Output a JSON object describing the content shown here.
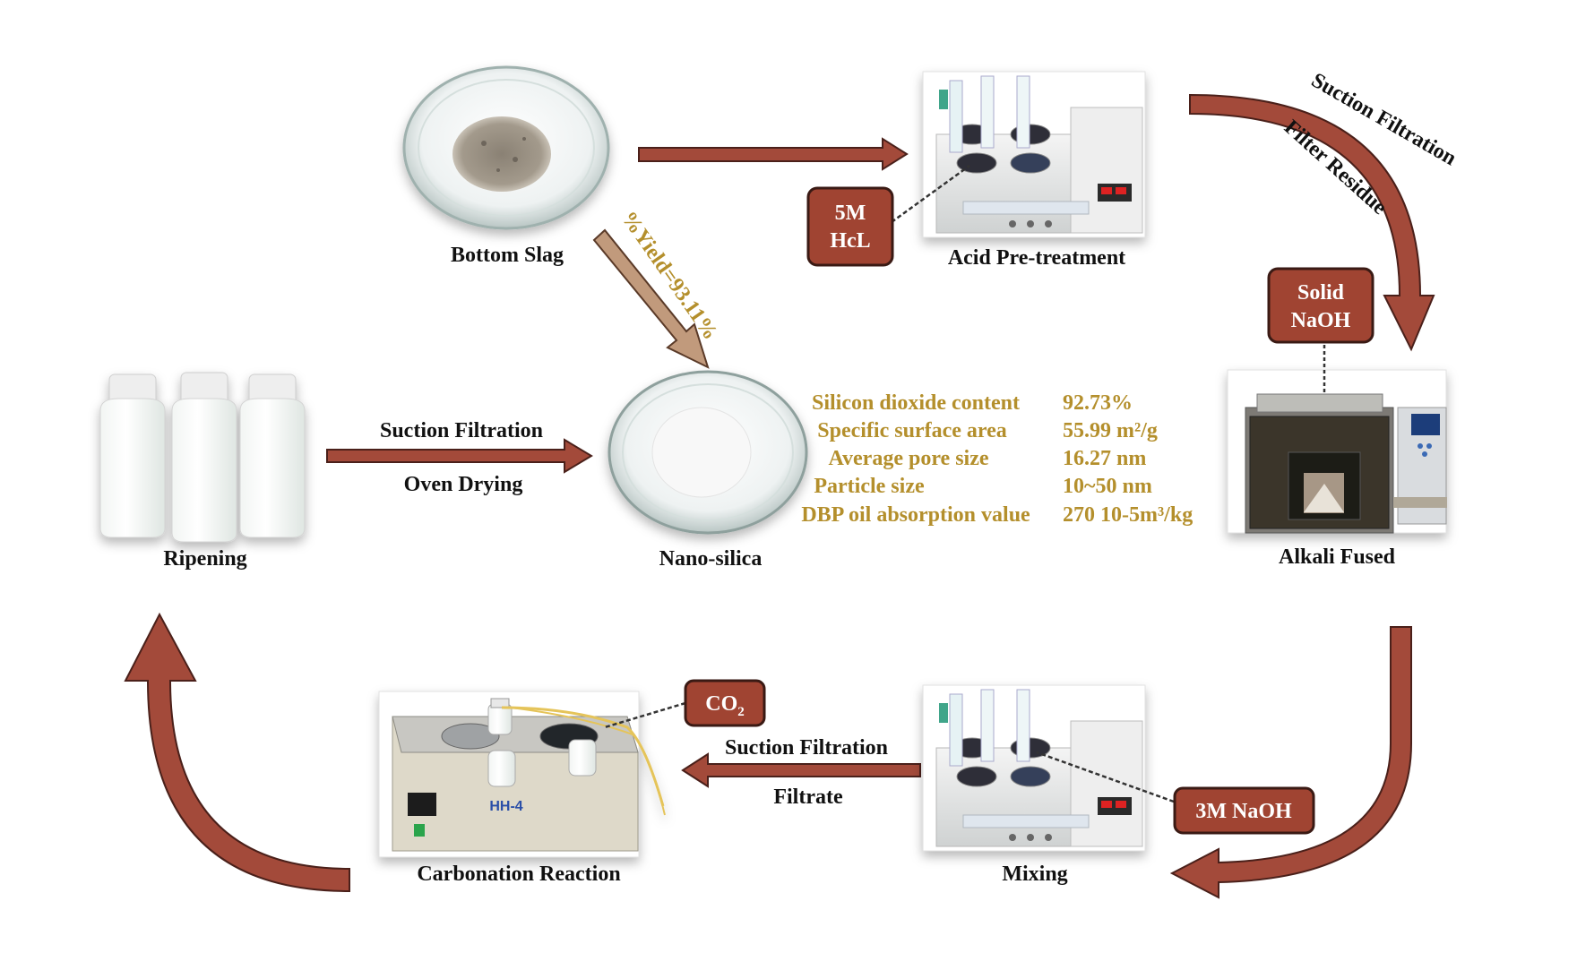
{
  "colors": {
    "arrow": "#a34a3a",
    "arrow_edge": "#4a201a",
    "box": "#a04432",
    "box_edge": "#3a1a14",
    "gold_text": "#b48f2c",
    "yield_arrow": "#c19a7c"
  },
  "stages": {
    "bottom_slag": "Bottom Slag",
    "acid_pretreatment": "Acid Pre-treatment",
    "alkali_fused": "Alkali Fused",
    "mixing": "Mixing",
    "carbonation_reaction": "Carbonation Reaction",
    "ripening": "Ripening",
    "nano_silica": "Nano-silica"
  },
  "reagents": {
    "hcl": {
      "line1": "5M",
      "line2": "HcL"
    },
    "solid_naoh": {
      "line1": "Solid",
      "line2": "NaOH"
    },
    "naoh_3m": "3M NaOH",
    "co2": {
      "base": "CO",
      "sub": "2"
    }
  },
  "steps": {
    "suction_filtration_top": "Suction Filtration",
    "filter_residue": "Filter Residue",
    "mixing_to_carbonation_top": "Suction Filtration",
    "mixing_to_carbonation_bottom": "Filtrate",
    "ripening_to_nano_top": "Suction Filtration",
    "ripening_to_nano_bottom": "Oven Drying",
    "yield": "%Yield=93.11%"
  },
  "equipment": {
    "bath_model": "HH-4"
  },
  "properties": [
    {
      "name": "Silicon dioxide content",
      "value": "92.73%"
    },
    {
      "name": "Specific surface area",
      "value": "55.99 m²/g"
    },
    {
      "name": "Average pore size",
      "value": "16.27 nm"
    },
    {
      "name": "Particle size",
      "value": "10~50 nm"
    },
    {
      "name": "DBP oil absorption value",
      "value": "270 10-5m³/kg"
    }
  ]
}
